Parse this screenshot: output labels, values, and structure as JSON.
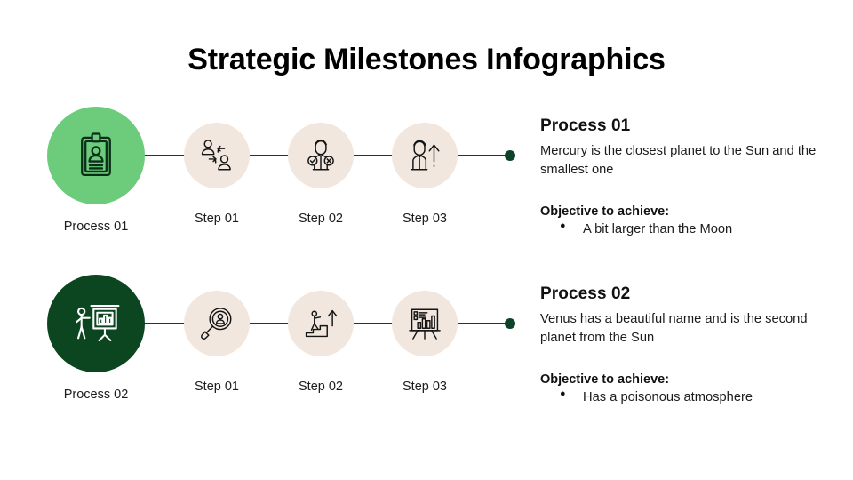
{
  "slide": {
    "title": "Strategic Milestones Infographics",
    "background": "#ffffff"
  },
  "colors": {
    "accent_green_light": "#6ccc7c",
    "accent_green_dark": "#0b4620",
    "bubble_beige": "#f1e7de",
    "line": "#0d4429",
    "text": "#1b1b1b"
  },
  "rows": [
    {
      "main": {
        "label": "Process 01",
        "icon": "id-badge-clipboard-icon",
        "bubble_color": "#6ccc7c"
      },
      "steps": [
        {
          "label": "Step 01",
          "icon": "people-exchange-icon"
        },
        {
          "label": "Step 02",
          "icon": "person-check-cross-icon"
        },
        {
          "label": "Step 03",
          "icon": "person-growth-arrow-icon"
        }
      ],
      "panel": {
        "heading": "Process 01",
        "description": "Mercury is the closest planet to the Sun and the smallest one",
        "objective_title": "Objective to achieve:",
        "objectives": [
          "A bit larger than the Moon"
        ]
      }
    },
    {
      "main": {
        "label": "Process 02",
        "icon": "presenter-board-chart-icon",
        "bubble_color": "#0b4620"
      },
      "steps": [
        {
          "label": "Step 01",
          "icon": "magnifier-person-icon"
        },
        {
          "label": "Step 02",
          "icon": "stairs-climb-arrow-icon"
        },
        {
          "label": "Step 03",
          "icon": "easel-bar-chart-icon"
        }
      ],
      "panel": {
        "heading": "Process 02",
        "description": "Venus has a beautiful name and is the second planet from the Sun",
        "objective_title": "Objective to achieve:",
        "objectives": [
          "Has a poisonous atmosphere"
        ]
      }
    }
  ]
}
